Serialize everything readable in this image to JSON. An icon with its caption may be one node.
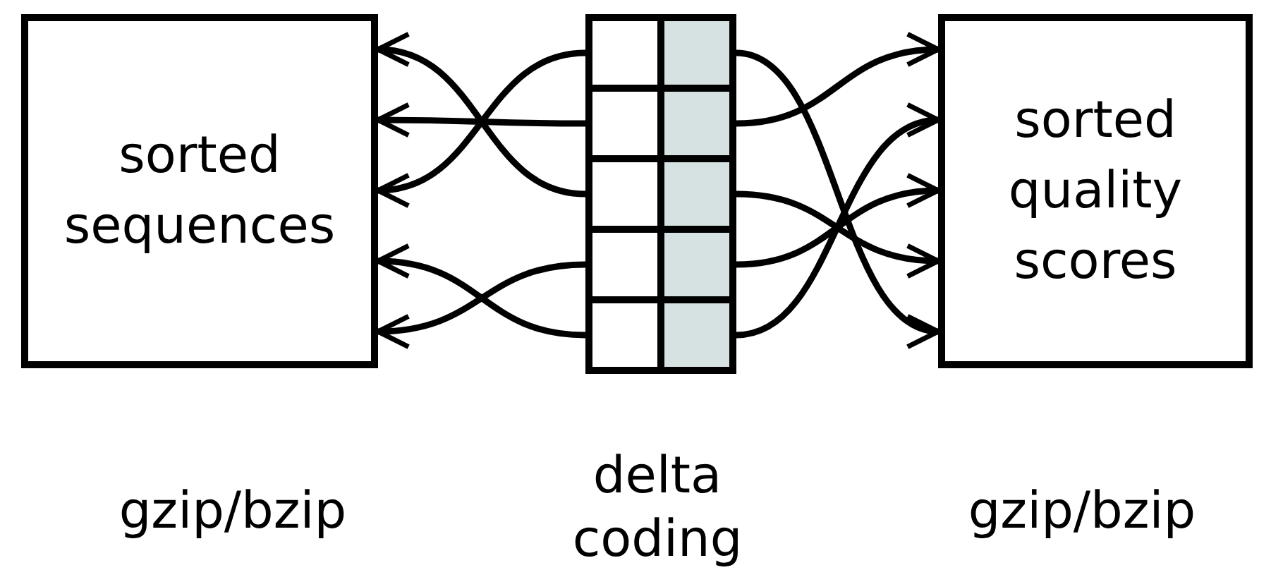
{
  "diagram": {
    "nodes": [
      {
        "text": [
          "sorted sequences"
        ]
      },
      {
        "text": [],
        "shape": "box"
      },
      {
        "text": [],
        "shape": "box"
      },
      {
        "text": [],
        "shape": "box"
      },
      {
        "text": [],
        "shape": "box"
      },
      {
        "text": [],
        "shape": "box"
      },
      {
        "text": [],
        "shape": "box"
      },
      {
        "text": [],
        "shape": "box"
      },
      {
        "text": [],
        "shape": "box"
      },
      {
        "text": [],
        "shape": "box"
      },
      {
        "text": [],
        "shape": "box"
      },
      {
        "text": [
          "sorted quality scores"
        ]
      }
    ],
    "edges": [
      {
        "from": 1,
        "to": 0,
        "arrow": "to"
      },
      {
        "from": 3,
        "to": 0,
        "arrow": "to"
      },
      {
        "from": 5,
        "to": 0,
        "arrow": "to"
      },
      {
        "from": 7,
        "to": 0,
        "arrow": "to"
      },
      {
        "from": 9,
        "to": 0,
        "arrow": "to"
      },
      {
        "from": 2,
        "to": 11,
        "arrow": "to"
      },
      {
        "from": 4,
        "to": 11,
        "arrow": "to"
      },
      {
        "from": 6,
        "to": 11,
        "arrow": "to"
      },
      {
        "from": 8,
        "to": 11,
        "arrow": "to"
      },
      {
        "from": 10,
        "to": 11,
        "arrow": "to"
      }
    ],
    "labels": [
      "gzip/bzip",
      "delta coding",
      "gzip/bzip"
    ]
  }
}
